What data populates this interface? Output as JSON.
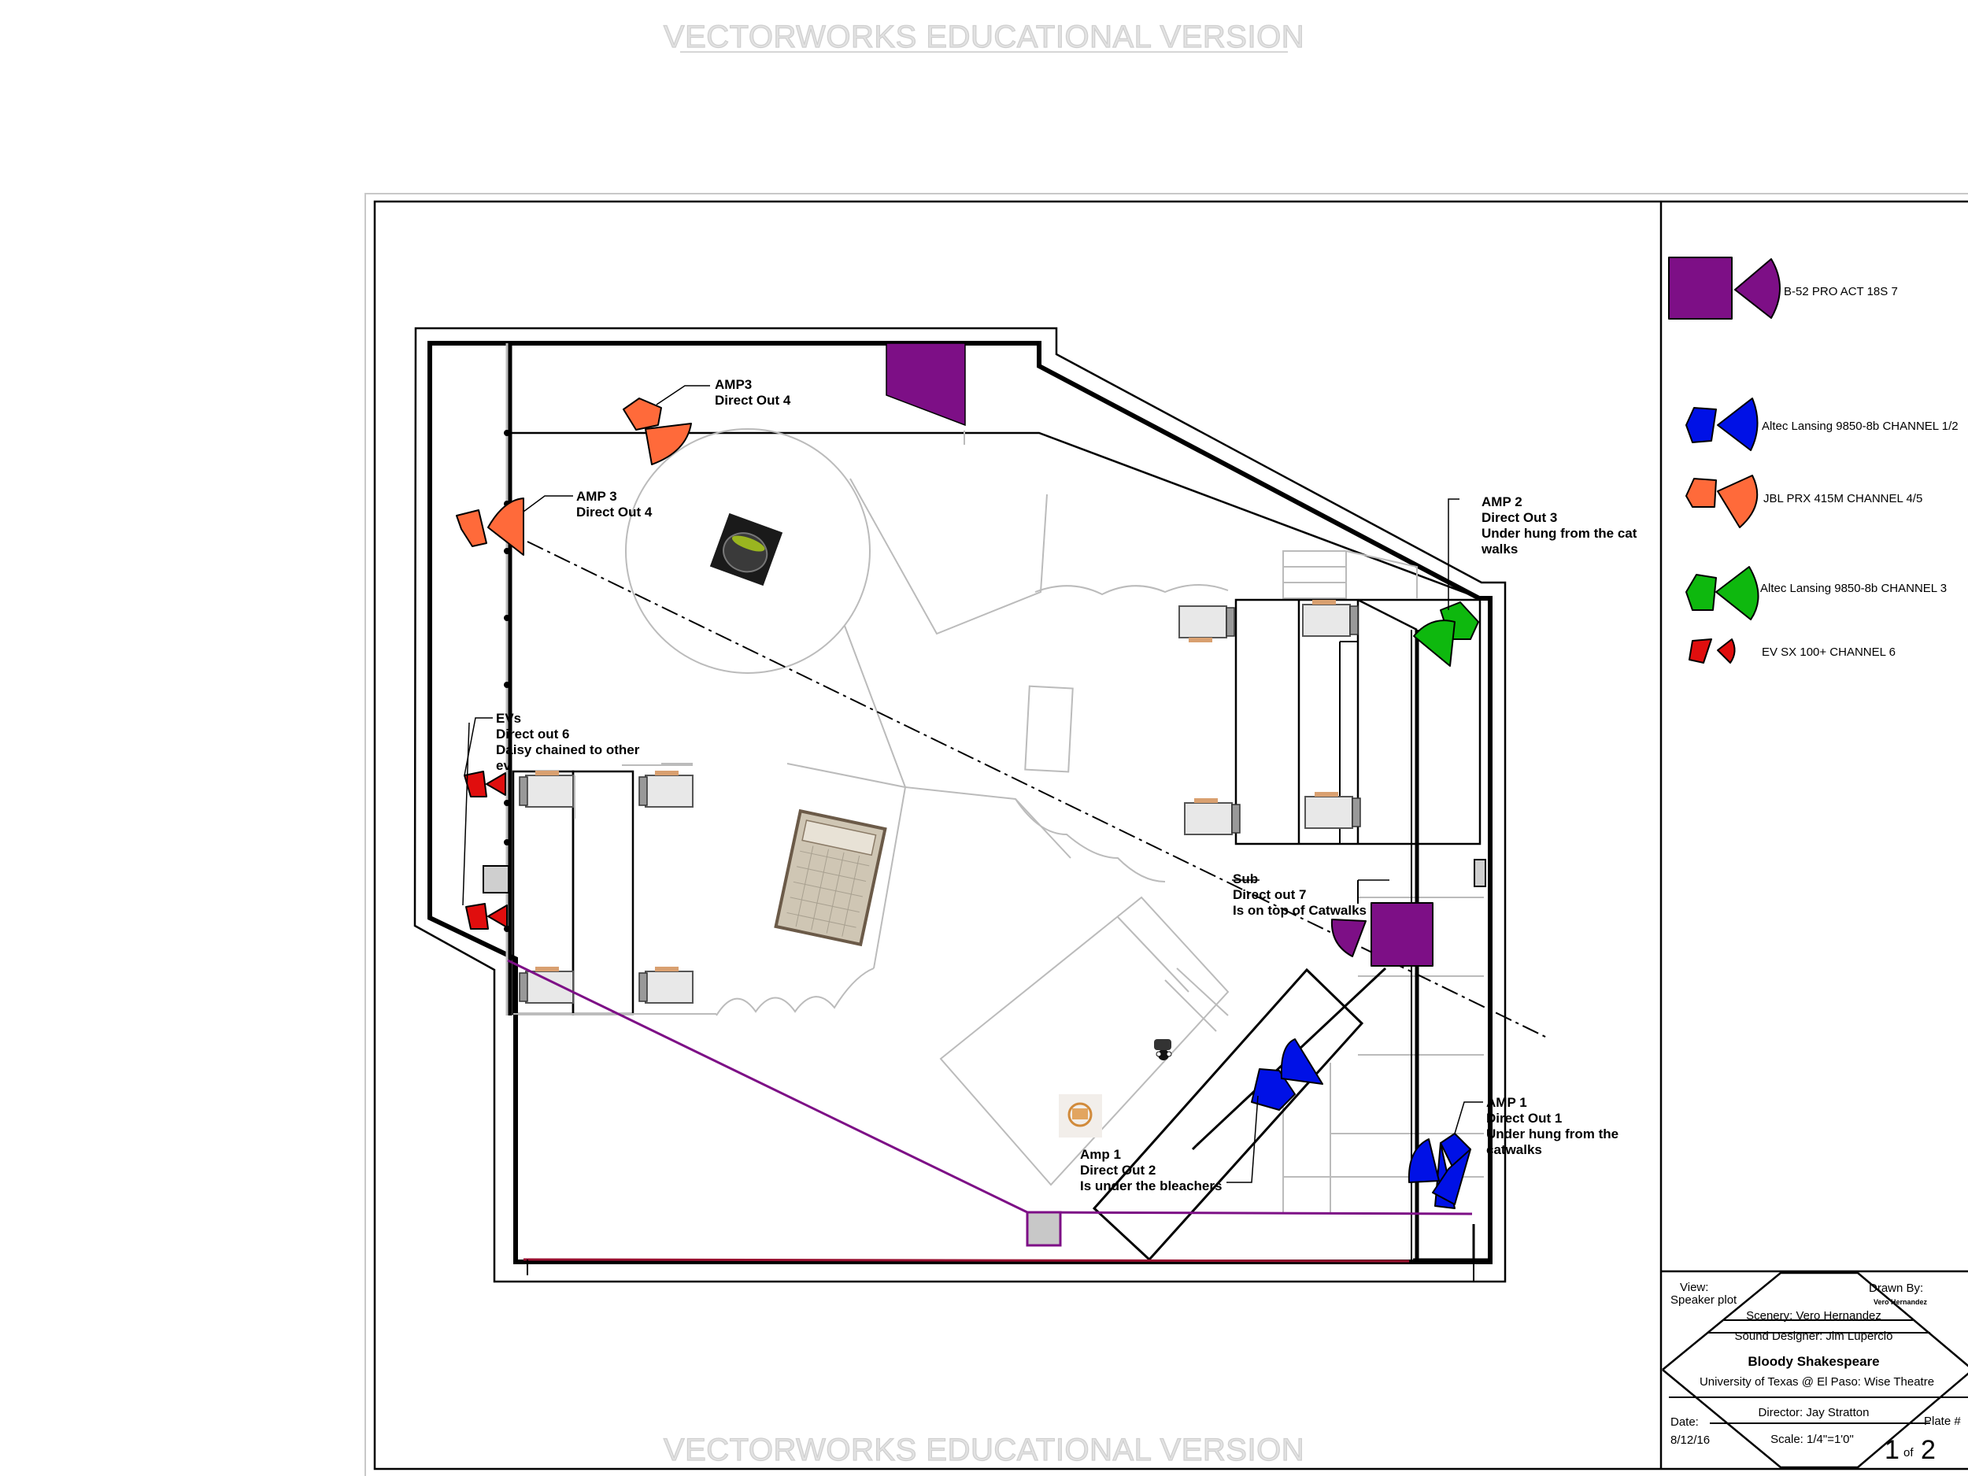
{
  "watermark": "VECTORWORKS EDUCATIONAL VERSION",
  "colors": {
    "sub": "#7d0f86",
    "altec12": "#0011e6",
    "jbl": "#ff6a3a",
    "altec3": "#0eb80e",
    "ev": "#e00e0e",
    "outline": "#000000",
    "scenery": "#bbbbbb"
  },
  "legend": [
    {
      "label": "B-52 PRO ACT 18S 7",
      "color": "#7d0f86",
      "shape": "sub-icon"
    },
    {
      "label": "Altec Lansing 9850-8b CHANNEL 1/2",
      "color": "#0011e6",
      "shape": "speaker-icon"
    },
    {
      "label": "JBL PRX 415M CHANNEL 4/5",
      "color": "#ff6a3a",
      "shape": "speaker-icon"
    },
    {
      "label": "Altec Lansing 9850-8b CHANNEL 3",
      "color": "#0eb80e",
      "shape": "speaker-icon"
    },
    {
      "label": "EV SX 100+ CHANNEL 6",
      "color": "#e00e0e",
      "shape": "speaker-icon"
    }
  ],
  "callouts": {
    "amp3_top": [
      "AMP3",
      "Direct Out 4"
    ],
    "amp3_left": [
      "AMP 3",
      "Direct Out 4"
    ],
    "amp2": [
      "AMP 2",
      "Direct Out 3",
      "Under hung from the cat",
      "walks"
    ],
    "evs": [
      "EVs",
      "Direct out 6",
      "Daisy chained to other",
      "ev"
    ],
    "sub": [
      "Sub",
      "Direct out 7",
      "Is on top of Catwalks"
    ],
    "amp1_lower": [
      "Amp 1",
      "Direct Out 2",
      "Is under the bleachers"
    ],
    "amp1_right": [
      "AMP 1",
      "Direct Out 1",
      "Under hung from the",
      "catwalks"
    ]
  },
  "title_block": {
    "view_label": "View:",
    "view_value": "Speaker plot",
    "drawn_by_label": "Drawn By:",
    "drawn_by_value": "Vero Hernandez",
    "scenery": "Scenery: Vero Hernandez",
    "sound_designer": "Sound Designer: Jim Lupercio",
    "show_title": "Bloody Shakespeare",
    "venue": "University of Texas @ El Paso:  Wise Theatre",
    "director": "Director: Jay Stratton",
    "date_label": "Date:",
    "date_value": "8/12/16",
    "scale": "Scale:  1/4\"=1'0\"",
    "plate_label": "Plate #",
    "plate_num": "1",
    "plate_of": "of",
    "plate_total": "2"
  }
}
